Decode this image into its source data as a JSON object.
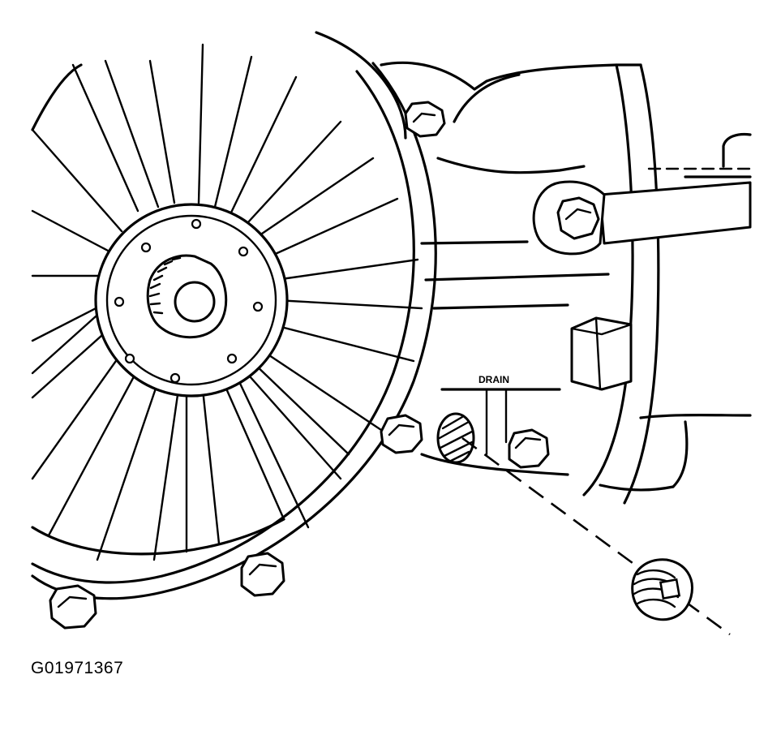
{
  "labels": {
    "drain": "DRAIN"
  },
  "figure_id": "G01971367",
  "icons": [
    "torque-converter",
    "flexplate",
    "bell-housing-bolt",
    "drain-plug",
    "transmission-case"
  ],
  "colors": {
    "line": "#000000",
    "background": "#ffffff"
  }
}
